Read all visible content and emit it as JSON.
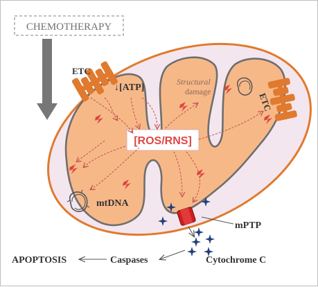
{
  "labels": {
    "chemotherapy": "CHEMOTHERAPY",
    "etc_left": "ETC",
    "atp": "↓[ATP]",
    "structural_line1": "Structural",
    "structural_line2": "damage",
    "etc_right": "ETC",
    "ros_rns": "[ROS/RNS]",
    "mtdna": "mtDNA",
    "mptp": "mPTP",
    "cytochrome_c": "Cytochrome C",
    "caspases": "Caspases",
    "apoptosis": "APOPTOSIS"
  },
  "colors": {
    "outer_membrane": "#e07a2e",
    "inner_membrane": "#6e6e6e",
    "intermembrane_space": "#f4e6ee",
    "matrix": "#f7b888",
    "ros_text": "#e04646",
    "lightning": "#d9453f",
    "star": "#1f3f7a",
    "mptp_channel": "#cc1f1f",
    "arrow_gray": "#6b6b6b",
    "dashed_arrow": "#c0504d"
  },
  "icons": [
    "arrow-down-icon",
    "etc-complex-icon",
    "lightning-icon",
    "star-icon",
    "mptp-channel-icon",
    "dna-icon"
  ]
}
